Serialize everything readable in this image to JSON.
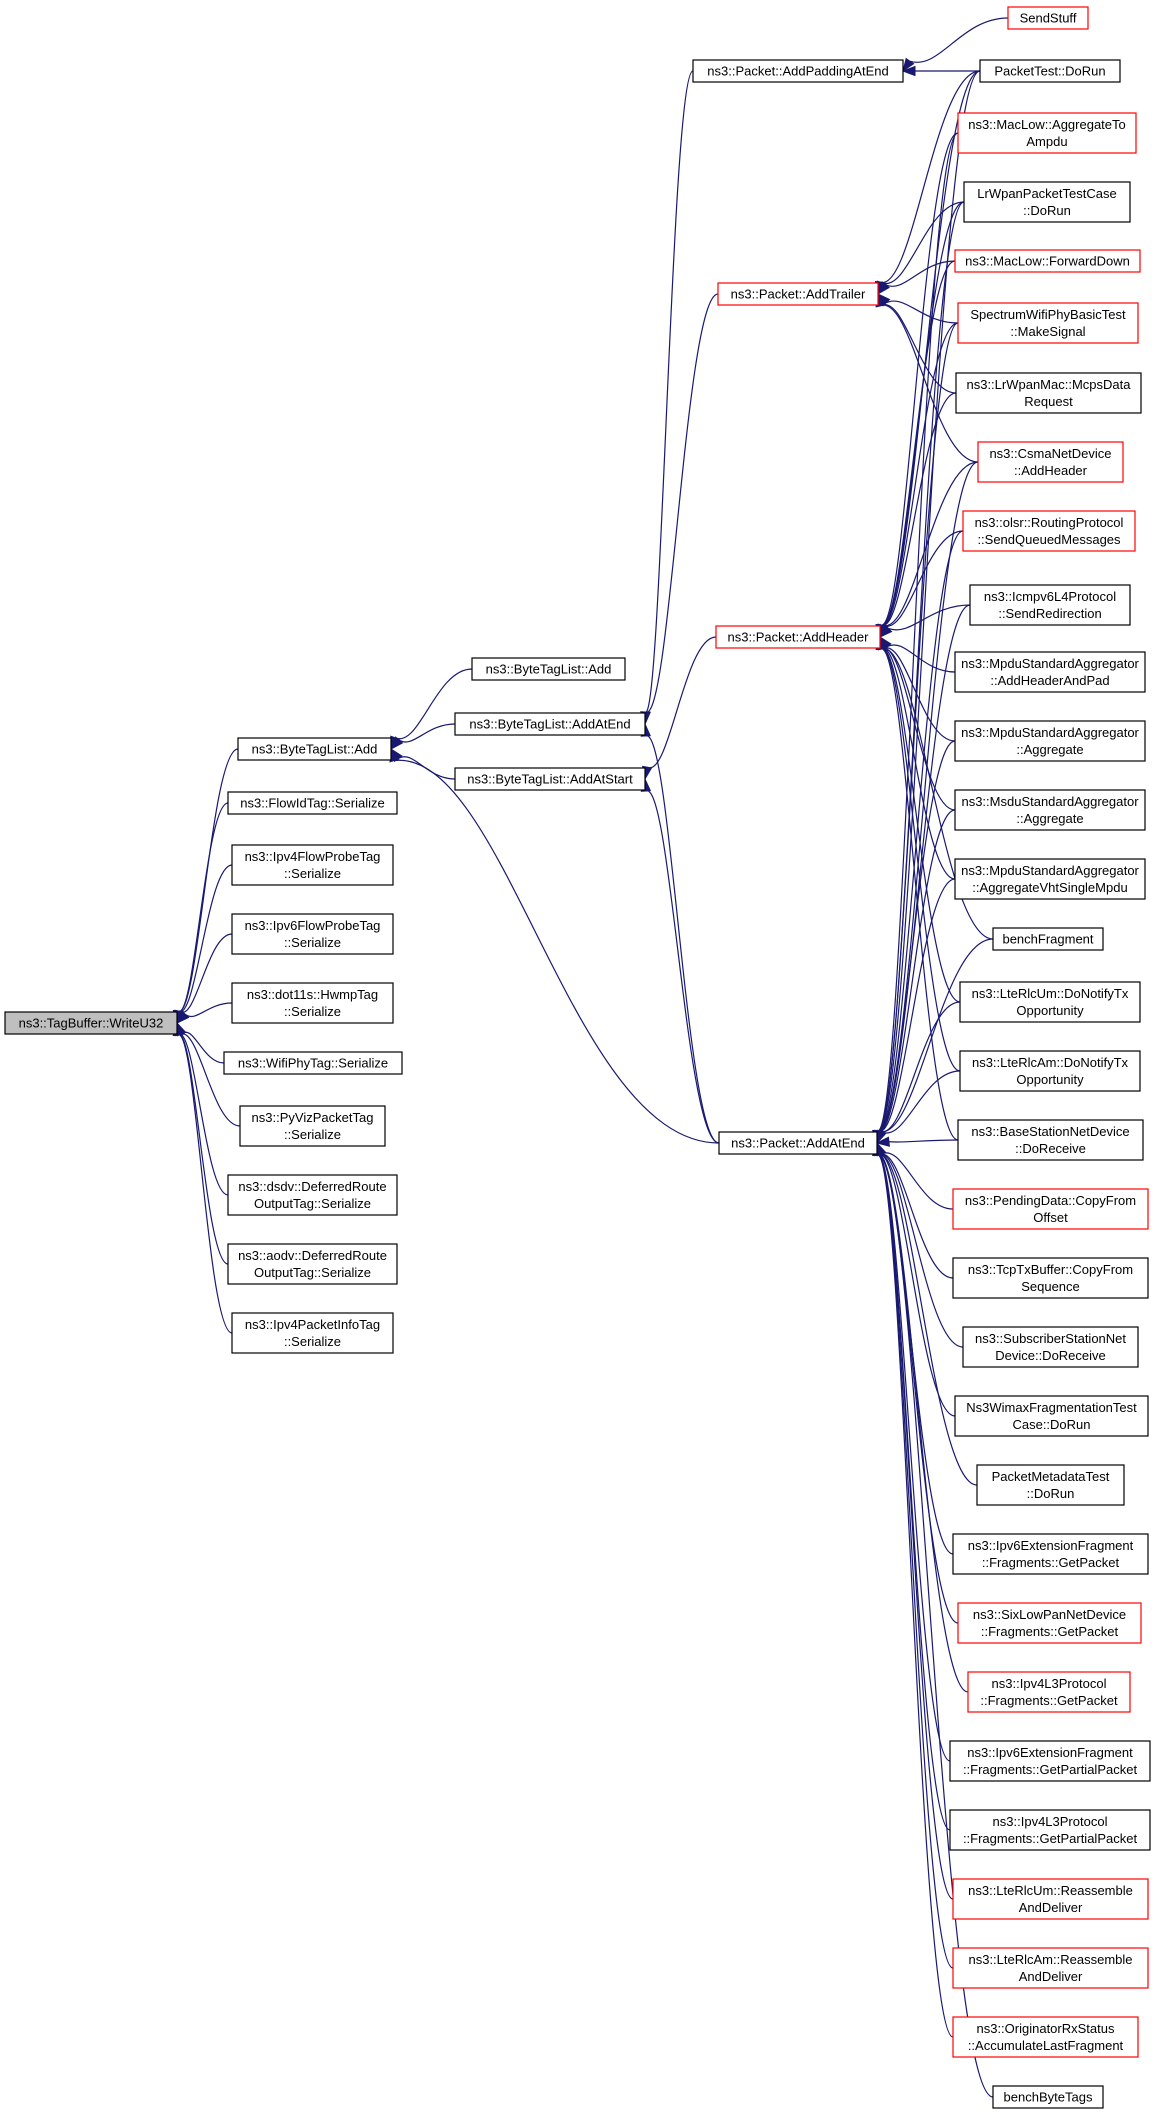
{
  "colors": {
    "edge": "#191970",
    "node_border": "#000000",
    "node_border_red": "#ff0000",
    "root_fill": "#bfbfbf"
  },
  "nodes": {
    "write_u32": {
      "lines": [
        "ns3::TagBuffer::WriteU32"
      ],
      "style": "root"
    },
    "bytetaglist_add": {
      "lines": [
        "ns3::ByteTagList::Add"
      ],
      "style": "normal"
    },
    "flowidtag_serialize": {
      "lines": [
        "ns3::FlowIdTag::Serialize"
      ],
      "style": "normal"
    },
    "ipv4flowprobetag_serialize": {
      "lines": [
        "ns3::Ipv4FlowProbeTag",
        "::Serialize"
      ],
      "style": "normal"
    },
    "ipv6flowprobetag_serialize": {
      "lines": [
        "ns3::Ipv6FlowProbeTag",
        "::Serialize"
      ],
      "style": "normal"
    },
    "hwmptag_serialize": {
      "lines": [
        "ns3::dot11s::HwmpTag",
        "::Serialize"
      ],
      "style": "normal"
    },
    "wifiphytag_serialize": {
      "lines": [
        "ns3::WifiPhyTag::Serialize"
      ],
      "style": "normal"
    },
    "pyvizpackettag_serialize": {
      "lines": [
        "ns3::PyVizPacketTag",
        "::Serialize"
      ],
      "style": "normal"
    },
    "dsdv_deferred_serialize": {
      "lines": [
        "ns3::dsdv::DeferredRoute",
        "OutputTag::Serialize"
      ],
      "style": "normal"
    },
    "aodv_deferred_serialize": {
      "lines": [
        "ns3::aodv::DeferredRoute",
        "OutputTag::Serialize"
      ],
      "style": "normal"
    },
    "ipv4packetinfotag_serialize": {
      "lines": [
        "ns3::Ipv4PacketInfoTag",
        "::Serialize"
      ],
      "style": "normal"
    },
    "bytetaglist_add2": {
      "lines": [
        "ns3::ByteTagList::Add"
      ],
      "style": "normal"
    },
    "bytetaglist_addatend": {
      "lines": [
        "ns3::ByteTagList::AddAtEnd"
      ],
      "style": "normal"
    },
    "bytetaglist_addatstart": {
      "lines": [
        "ns3::ByteTagList::AddAtStart"
      ],
      "style": "normal"
    },
    "packet_addpaddingatend": {
      "lines": [
        "ns3::Packet::AddPaddingAtEnd"
      ],
      "style": "normal"
    },
    "packet_addtrailer": {
      "lines": [
        "ns3::Packet::AddTrailer"
      ],
      "style": "red"
    },
    "packet_addheader": {
      "lines": [
        "ns3::Packet::AddHeader"
      ],
      "style": "red"
    },
    "packet_addatend": {
      "lines": [
        "ns3::Packet::AddAtEnd"
      ],
      "style": "normal"
    },
    "sendstuff": {
      "lines": [
        "SendStuff"
      ],
      "style": "red"
    },
    "packettest_dorun": {
      "lines": [
        "PacketTest::DoRun"
      ],
      "style": "normal"
    },
    "maclow_aggregatetoampdu": {
      "lines": [
        "ns3::MacLow::AggregateTo",
        "Ampdu"
      ],
      "style": "red"
    },
    "lrwpanpackettestcase_dorun": {
      "lines": [
        "LrWpanPacketTestCase",
        "::DoRun"
      ],
      "style": "normal"
    },
    "maclow_forwarddown": {
      "lines": [
        "ns3::MacLow::ForwardDown"
      ],
      "style": "red"
    },
    "spectrumwifiphybasictest_makesignal": {
      "lines": [
        "SpectrumWifiPhyBasicTest",
        "::MakeSignal"
      ],
      "style": "red"
    },
    "lrwpanmac_mcpsdatarequest": {
      "lines": [
        "ns3::LrWpanMac::McpsData",
        "Request"
      ],
      "style": "normal"
    },
    "csmanetdevice_addheader": {
      "lines": [
        "ns3::CsmaNetDevice",
        "::AddHeader"
      ],
      "style": "red"
    },
    "olsr_sendqueuedmessages": {
      "lines": [
        "ns3::olsr::RoutingProtocol",
        "::SendQueuedMessages"
      ],
      "style": "red"
    },
    "icmpv6l4protocol_sendredirection": {
      "lines": [
        "ns3::Icmpv6L4Protocol",
        "::SendRedirection"
      ],
      "style": "normal"
    },
    "mpdu_addheaderandpad": {
      "lines": [
        "ns3::MpduStandardAggregator",
        "::AddHeaderAndPad"
      ],
      "style": "normal"
    },
    "mpdu_aggregate": {
      "lines": [
        "ns3::MpduStandardAggregator",
        "::Aggregate"
      ],
      "style": "normal"
    },
    "msdu_aggregate": {
      "lines": [
        "ns3::MsduStandardAggregator",
        "::Aggregate"
      ],
      "style": "normal"
    },
    "mpdu_aggregatevhtsinglempdu": {
      "lines": [
        "ns3::MpduStandardAggregator",
        "::AggregateVhtSingleMpdu"
      ],
      "style": "normal"
    },
    "benchfragment": {
      "lines": [
        "benchFragment"
      ],
      "style": "normal"
    },
    "lterlcum_donotifytxopportunity": {
      "lines": [
        "ns3::LteRlcUm::DoNotifyTx",
        "Opportunity"
      ],
      "style": "normal"
    },
    "lterlcam_donotifytxopportunity": {
      "lines": [
        "ns3::LteRlcAm::DoNotifyTx",
        "Opportunity"
      ],
      "style": "normal"
    },
    "basestationnetdevice_doreceive": {
      "lines": [
        "ns3::BaseStationNetDevice",
        "::DoReceive"
      ],
      "style": "normal"
    },
    "pendingdata_copyfromoffset": {
      "lines": [
        "ns3::PendingData::CopyFrom",
        "Offset"
      ],
      "style": "red"
    },
    "tcptxbuffer_copyfromsequence": {
      "lines": [
        "ns3::TcpTxBuffer::CopyFrom",
        "Sequence"
      ],
      "style": "normal"
    },
    "subscriberstationnetdevice_doreceive": {
      "lines": [
        "ns3::SubscriberStationNet",
        "Device::DoReceive"
      ],
      "style": "normal"
    },
    "ns3wimaxfragmentationtestcase_dorun": {
      "lines": [
        "Ns3WimaxFragmentationTest",
        "Case::DoRun"
      ],
      "style": "normal"
    },
    "packetmetadatatest_dorun": {
      "lines": [
        "PacketMetadataTest",
        "::DoRun"
      ],
      "style": "normal"
    },
    "ipv6extensionfragment_getpacket": {
      "lines": [
        "ns3::Ipv6ExtensionFragment",
        "::Fragments::GetPacket"
      ],
      "style": "normal"
    },
    "sixlowpannetdevice_getpacket": {
      "lines": [
        "ns3::SixLowPanNetDevice",
        "::Fragments::GetPacket"
      ],
      "style": "red"
    },
    "ipv4l3protocol_getpacket": {
      "lines": [
        "ns3::Ipv4L3Protocol",
        "::Fragments::GetPacket"
      ],
      "style": "red"
    },
    "ipv6extensionfragment_getpartialpacket": {
      "lines": [
        "ns3::Ipv6ExtensionFragment",
        "::Fragments::GetPartialPacket"
      ],
      "style": "normal"
    },
    "ipv4l3protocol_getpartialpacket": {
      "lines": [
        "ns3::Ipv4L3Protocol",
        "::Fragments::GetPartialPacket"
      ],
      "style": "normal"
    },
    "lterlcum_reassembleanddeliver": {
      "lines": [
        "ns3::LteRlcUm::Reassemble",
        "AndDeliver"
      ],
      "style": "red"
    },
    "lterlcam_reassembleanddeliver": {
      "lines": [
        "ns3::LteRlcAm::Reassemble",
        "AndDeliver"
      ],
      "style": "red"
    },
    "originatorrxstatus_accumulatelastfragment": {
      "lines": [
        "ns3::OriginatorRxStatus",
        "::AccumulateLastFragment"
      ],
      "style": "red"
    },
    "benchbytetags": {
      "lines": [
        "benchByteTags"
      ],
      "style": "normal"
    }
  },
  "edges": [
    [
      "write_u32",
      "bytetaglist_add"
    ],
    [
      "write_u32",
      "flowidtag_serialize"
    ],
    [
      "write_u32",
      "ipv4flowprobetag_serialize"
    ],
    [
      "write_u32",
      "ipv6flowprobetag_serialize"
    ],
    [
      "write_u32",
      "hwmptag_serialize"
    ],
    [
      "write_u32",
      "wifiphytag_serialize"
    ],
    [
      "write_u32",
      "pyvizpackettag_serialize"
    ],
    [
      "write_u32",
      "dsdv_deferred_serialize"
    ],
    [
      "write_u32",
      "aodv_deferred_serialize"
    ],
    [
      "write_u32",
      "ipv4packetinfotag_serialize"
    ],
    [
      "bytetaglist_add",
      "bytetaglist_add2"
    ],
    [
      "bytetaglist_add",
      "bytetaglist_addatend"
    ],
    [
      "bytetaglist_add",
      "bytetaglist_addatstart"
    ],
    [
      "bytetaglist_add",
      "packet_addatend"
    ],
    [
      "bytetaglist_addatend",
      "packet_addpaddingatend"
    ],
    [
      "bytetaglist_addatend",
      "packet_addtrailer"
    ],
    [
      "bytetaglist_addatend",
      "packet_addatend"
    ],
    [
      "bytetaglist_addatstart",
      "packet_addheader"
    ],
    [
      "bytetaglist_addatstart",
      "packet_addatend"
    ],
    [
      "packet_addpaddingatend",
      "sendstuff"
    ],
    [
      "packet_addpaddingatend",
      "packettest_dorun"
    ],
    [
      "packet_addtrailer",
      "packettest_dorun"
    ],
    [
      "packet_addtrailer",
      "lrwpanpackettestcase_dorun"
    ],
    [
      "packet_addtrailer",
      "maclow_forwarddown"
    ],
    [
      "packet_addtrailer",
      "spectrumwifiphybasictest_makesignal"
    ],
    [
      "packet_addtrailer",
      "lrwpanmac_mcpsdatarequest"
    ],
    [
      "packet_addtrailer",
      "csmanetdevice_addheader"
    ],
    [
      "packet_addheader",
      "packettest_dorun"
    ],
    [
      "packet_addheader",
      "maclow_aggregatetoampdu"
    ],
    [
      "packet_addheader",
      "lrwpanpackettestcase_dorun"
    ],
    [
      "packet_addheader",
      "maclow_forwarddown"
    ],
    [
      "packet_addheader",
      "spectrumwifiphybasictest_makesignal"
    ],
    [
      "packet_addheader",
      "lrwpanmac_mcpsdatarequest"
    ],
    [
      "packet_addheader",
      "csmanetdevice_addheader"
    ],
    [
      "packet_addheader",
      "olsr_sendqueuedmessages"
    ],
    [
      "packet_addheader",
      "icmpv6l4protocol_sendredirection"
    ],
    [
      "packet_addheader",
      "mpdu_addheaderandpad"
    ],
    [
      "packet_addheader",
      "mpdu_aggregate"
    ],
    [
      "packet_addheader",
      "msdu_aggregate"
    ],
    [
      "packet_addheader",
      "mpdu_aggregatevhtsinglempdu"
    ],
    [
      "packet_addheader",
      "benchfragment"
    ],
    [
      "packet_addheader",
      "lterlcum_donotifytxopportunity"
    ],
    [
      "packet_addheader",
      "lterlcam_donotifytxopportunity"
    ],
    [
      "packet_addheader",
      "basestationnetdevice_doreceive"
    ],
    [
      "packet_addatend",
      "packettest_dorun"
    ],
    [
      "packet_addatend",
      "maclow_aggregatetoampdu"
    ],
    [
      "packet_addatend",
      "lrwpanpackettestcase_dorun"
    ],
    [
      "packet_addatend",
      "spectrumwifiphybasictest_makesignal"
    ],
    [
      "packet_addatend",
      "csmanetdevice_addheader"
    ],
    [
      "packet_addatend",
      "olsr_sendqueuedmessages"
    ],
    [
      "packet_addatend",
      "icmpv6l4protocol_sendredirection"
    ],
    [
      "packet_addatend",
      "mpdu_aggregate"
    ],
    [
      "packet_addatend",
      "msdu_aggregate"
    ],
    [
      "packet_addatend",
      "mpdu_aggregatevhtsinglempdu"
    ],
    [
      "packet_addatend",
      "benchfragment"
    ],
    [
      "packet_addatend",
      "lterlcum_donotifytxopportunity"
    ],
    [
      "packet_addatend",
      "lterlcam_donotifytxopportunity"
    ],
    [
      "packet_addatend",
      "basestationnetdevice_doreceive"
    ],
    [
      "packet_addatend",
      "pendingdata_copyfromoffset"
    ],
    [
      "packet_addatend",
      "tcptxbuffer_copyfromsequence"
    ],
    [
      "packet_addatend",
      "subscriberstationnetdevice_doreceive"
    ],
    [
      "packet_addatend",
      "ns3wimaxfragmentationtestcase_dorun"
    ],
    [
      "packet_addatend",
      "packetmetadatatest_dorun"
    ],
    [
      "packet_addatend",
      "ipv6extensionfragment_getpacket"
    ],
    [
      "packet_addatend",
      "sixlowpannetdevice_getpacket"
    ],
    [
      "packet_addatend",
      "ipv4l3protocol_getpacket"
    ],
    [
      "packet_addatend",
      "ipv6extensionfragment_getpartialpacket"
    ],
    [
      "packet_addatend",
      "ipv4l3protocol_getpartialpacket"
    ],
    [
      "packet_addatend",
      "lterlcum_reassembleanddeliver"
    ],
    [
      "packet_addatend",
      "lterlcam_reassembleanddeliver"
    ],
    [
      "packet_addatend",
      "originatorrxstatus_accumulatelastfragment"
    ],
    [
      "packet_addatend",
      "benchbytetags"
    ]
  ]
}
